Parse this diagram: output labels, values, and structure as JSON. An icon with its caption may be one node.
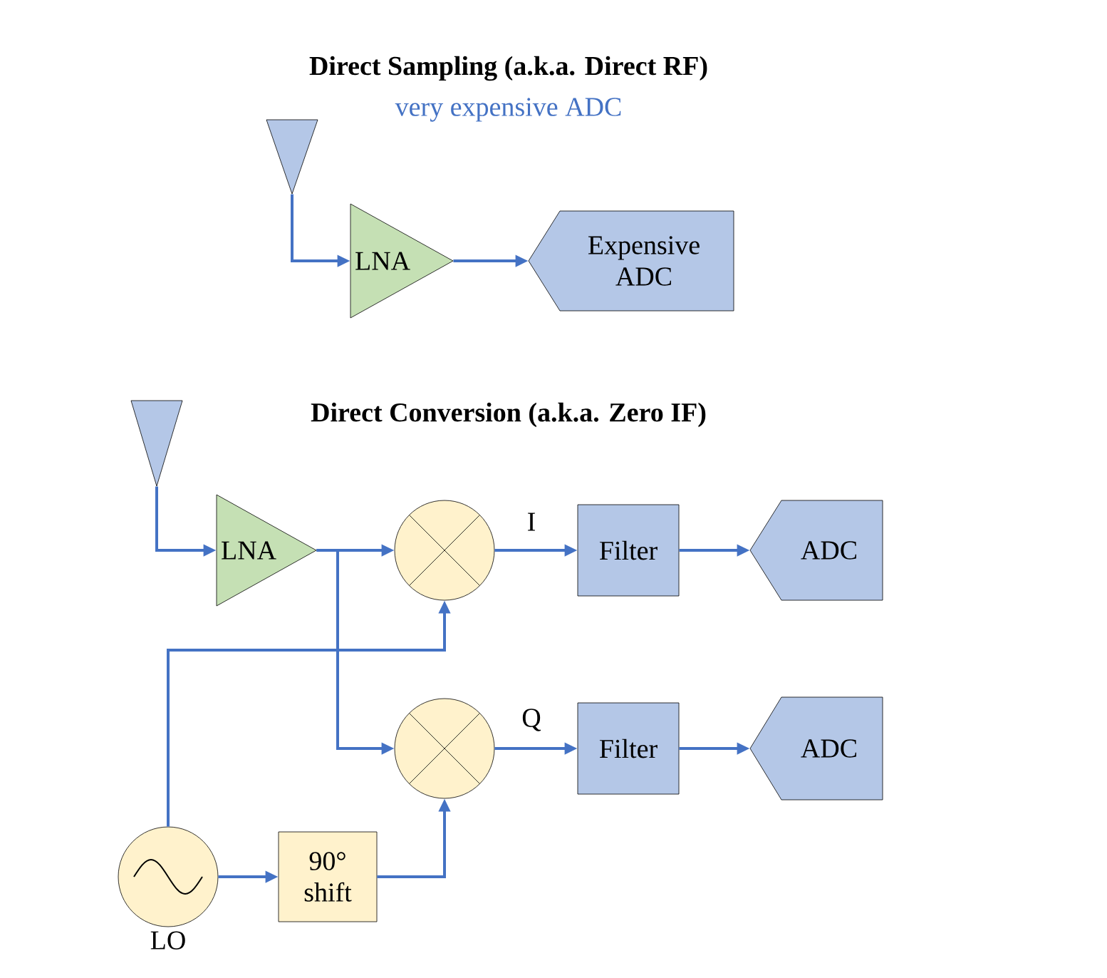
{
  "diagram": {
    "nodes": [
      {
        "text": [],
        "shape": "triangle"
      },
      {
        "text": [
          "LNA"
        ]
      },
      {
        "text": [
          "Expensive ADC"
        ]
      },
      {
        "text": [],
        "shape": "triangle"
      },
      {
        "text": [
          "LNA"
        ]
      },
      {
        "text": [],
        "shape": "circle"
      },
      {
        "text": [
          "Filter"
        ]
      },
      {
        "text": [
          "ADC"
        ]
      },
      {
        "text": [],
        "shape": "circle"
      },
      {
        "text": [
          "Filter"
        ]
      },
      {
        "text": [
          "ADC"
        ]
      },
      {
        "text": [],
        "shape": "circle",
        "beside": [
          "LO"
        ]
      },
      {
        "text": [
          "90° shift"
        ]
      }
    ],
    "edges": [
      {
        "from": 0,
        "to": 1,
        "arrow": "to"
      },
      {
        "from": 1,
        "to": 2,
        "arrow": "to"
      },
      {
        "from": 3,
        "to": 4,
        "arrow": "to"
      },
      {
        "from": 4,
        "to": 5,
        "arrow": "to"
      },
      {
        "from": 4,
        "to": 8,
        "arrow": "to"
      },
      {
        "from": 11,
        "to": 5,
        "arrow": "to"
      },
      {
        "from": 11,
        "to": 12,
        "arrow": "to"
      },
      {
        "from": 12,
        "to": 8,
        "arrow": "to"
      },
      {
        "from": 5,
        "to": 6,
        "arrow": "to",
        "label": "I"
      },
      {
        "from": 6,
        "to": 7,
        "arrow": "to"
      },
      {
        "from": 8,
        "to": 9,
        "arrow": "to",
        "label": "Q"
      },
      {
        "from": 9,
        "to": 10,
        "arrow": "to"
      }
    ],
    "labels": [
      "Direct Sampling (a.k.a. Direct RF)",
      "very expensive ADC",
      "Direct Conversion (a.k.a. Zero IF)"
    ]
  }
}
